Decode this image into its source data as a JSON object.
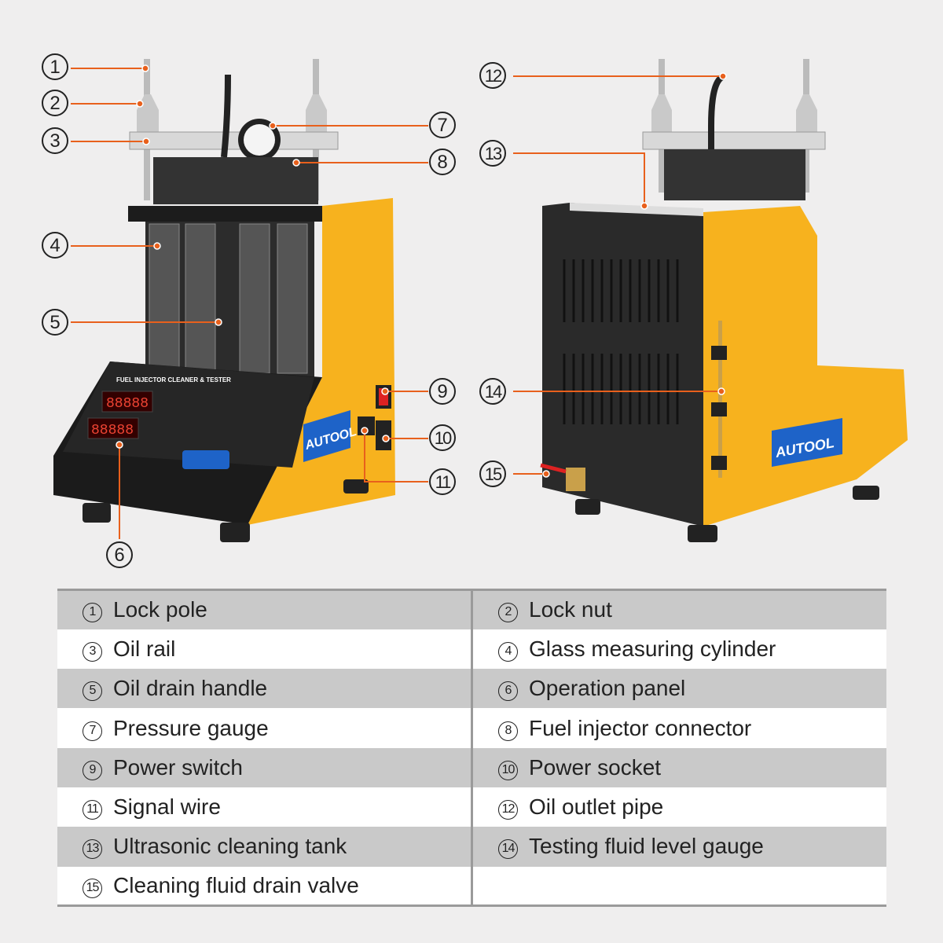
{
  "brand": "AUTOOL",
  "panel_title": "FUEL INJECTOR CLEANER & TESTER",
  "colors": {
    "accent": "#e8601c",
    "body": "#f7b21e",
    "brand_blue": "#1e63c8"
  },
  "callouts": [
    "1",
    "2",
    "3",
    "4",
    "5",
    "6",
    "7",
    "8",
    "9",
    "10",
    "11",
    "12",
    "13",
    "14",
    "15"
  ],
  "legend": [
    {
      "num": "1",
      "label": "Lock pole"
    },
    {
      "num": "2",
      "label": "Lock nut"
    },
    {
      "num": "3",
      "label": "Oil rail"
    },
    {
      "num": "4",
      "label": "Glass measuring cylinder"
    },
    {
      "num": "5",
      "label": "Oil drain handle"
    },
    {
      "num": "6",
      "label": "Operation panel"
    },
    {
      "num": "7",
      "label": "Pressure gauge"
    },
    {
      "num": "8",
      "label": "Fuel injector connector"
    },
    {
      "num": "9",
      "label": "Power switch"
    },
    {
      "num": "10",
      "label": "Power socket"
    },
    {
      "num": "11",
      "label": "Signal wire"
    },
    {
      "num": "12",
      "label": "Oil outlet pipe"
    },
    {
      "num": "13",
      "label": "Ultrasonic cleaning tank"
    },
    {
      "num": "14",
      "label": "Testing fluid level gauge"
    },
    {
      "num": "15",
      "label": "Cleaning fluid drain valve"
    }
  ]
}
